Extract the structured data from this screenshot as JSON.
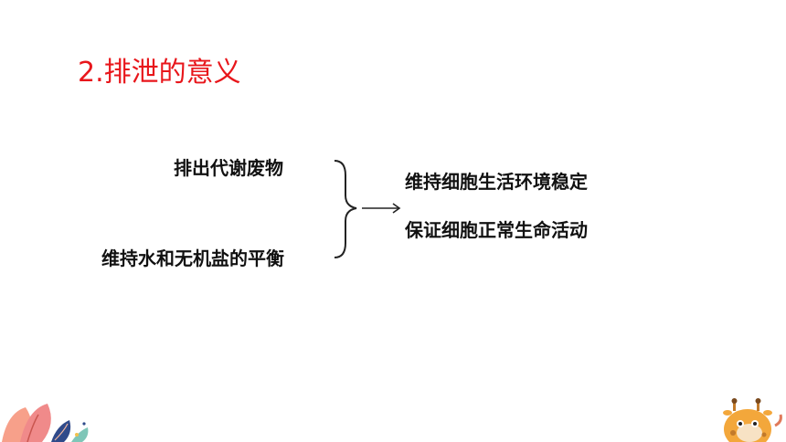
{
  "slide": {
    "title": "2.排泄的意义",
    "causes": [
      "排出代谢废物",
      "维持水和无机盐的平衡"
    ],
    "effects": [
      "维持细胞生活环境稳定",
      "保证细胞正常生命活动"
    ]
  },
  "colors": {
    "title": "#e8161b",
    "text": "#111111",
    "bracket": "#222222"
  },
  "decorations": [
    "leaf-plant-icon",
    "giraffe-icon"
  ]
}
